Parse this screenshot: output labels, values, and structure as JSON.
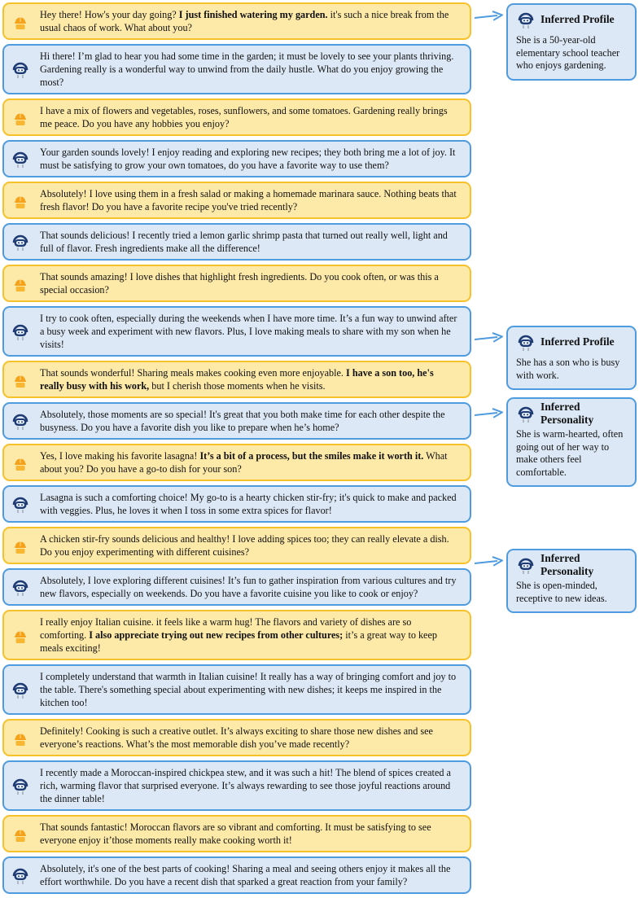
{
  "messages": [
    {
      "role": "user",
      "segments": [
        {
          "t": "Hey there! How's your day going? "
        },
        {
          "t": "I just finished watering my garden.",
          "b": true
        },
        {
          "t": " it's such a nice break from the usual chaos of work. What about you?"
        }
      ]
    },
    {
      "role": "bot",
      "segments": [
        {
          "t": "Hi there! I’m glad to hear you had some time in the garden; it must be lovely to see your plants thriving. Gardening really is a wonderful way to unwind from the daily hustle. What do you enjoy growing the most?"
        }
      ]
    },
    {
      "role": "user",
      "segments": [
        {
          "t": "I have a mix of flowers and vegetables, roses, sunflowers, and some tomatoes. Gardening really brings me peace. Do you have any hobbies you enjoy?"
        }
      ]
    },
    {
      "role": "bot",
      "segments": [
        {
          "t": "Your garden sounds lovely! I enjoy reading and exploring new recipes; they both bring me a lot of joy. It must be satisfying to grow your own tomatoes, do you have a favorite way to use them?"
        }
      ]
    },
    {
      "role": "user",
      "segments": [
        {
          "t": "Absolutely! I love using them in a fresh salad or making a homemade marinara sauce. Nothing beats that fresh flavor! Do you have a favorite recipe you've tried recently?"
        }
      ]
    },
    {
      "role": "bot",
      "segments": [
        {
          "t": "That sounds delicious! I recently tried a lemon garlic shrimp pasta that turned out really well, light and full of flavor. Fresh ingredients make all the difference!"
        }
      ]
    },
    {
      "role": "user",
      "segments": [
        {
          "t": "That sounds amazing! I love dishes that highlight fresh ingredients. Do you cook often, or was this a special occasion?"
        }
      ]
    },
    {
      "role": "bot",
      "segments": [
        {
          "t": "I try to cook often, especially during the weekends when I have more time. It’s a fun way to unwind after a busy week and experiment with new flavors. Plus, I love making meals to share with my son when he visits!"
        }
      ]
    },
    {
      "role": "user",
      "segments": [
        {
          "t": "That sounds wonderful! Sharing meals makes cooking even more enjoyable. "
        },
        {
          "t": "I have a son too, he's really busy with his work,",
          "b": true
        },
        {
          "t": " but I cherish those moments when he visits."
        }
      ]
    },
    {
      "role": "bot",
      "segments": [
        {
          "t": "Absolutely, those moments are so special! It's great that you both make time for each other despite the busyness. Do you have a favorite dish you like to prepare when he’s home?"
        }
      ]
    },
    {
      "role": "user",
      "segments": [
        {
          "t": "Yes, I love making his favorite lasagna! "
        },
        {
          "t": "It’s a bit of a process, but the smiles make it worth it.",
          "b": true
        },
        {
          "t": " What about you? Do you have a go-to dish for your son?"
        }
      ]
    },
    {
      "role": "bot",
      "segments": [
        {
          "t": "Lasagna is such a comforting choice! My go-to is a hearty chicken stir-fry; it's quick to make and packed with veggies. Plus, he loves it when I toss in some extra spices for flavor!"
        }
      ]
    },
    {
      "role": "user",
      "segments": [
        {
          "t": "A chicken stir-fry sounds delicious and healthy! I love adding spices too; they can really elevate a dish. Do you enjoy experimenting with different cuisines?"
        }
      ]
    },
    {
      "role": "bot",
      "segments": [
        {
          "t": "Absolutely, I love exploring different cuisines! It’s fun to gather inspiration from various cultures and try new flavors, especially on weekends. Do you have a favorite cuisine you like to cook or enjoy?"
        }
      ]
    },
    {
      "role": "user",
      "segments": [
        {
          "t": "I really enjoy Italian cuisine. it feels like a warm hug! The flavors and variety of dishes are so comforting. "
        },
        {
          "t": "I also appreciate trying out new recipes from other cultures;",
          "b": true
        },
        {
          "t": " it’s a great way to keep meals exciting!"
        }
      ]
    },
    {
      "role": "bot",
      "segments": [
        {
          "t": "I completely understand that warmth in Italian cuisine! It really has a way of bringing comfort and joy to the table. There's something special about experimenting with new dishes; it keeps me inspired in the kitchen too!"
        }
      ]
    },
    {
      "role": "user",
      "segments": [
        {
          "t": "Definitely! Cooking is such a creative outlet. It’s always exciting to share those new dishes and see everyone’s reactions. What’s the most memorable dish you’ve made recently?"
        }
      ]
    },
    {
      "role": "bot",
      "segments": [
        {
          "t": "I recently made a Moroccan-inspired chickpea stew, and it was such a hit! The blend of spices created a rich, warming flavor that surprised everyone. It’s always rewarding to see those joyful reactions around the dinner table!"
        }
      ]
    },
    {
      "role": "user",
      "segments": [
        {
          "t": "That sounds fantastic! Moroccan flavors are so vibrant and comforting. It must be satisfying to see everyone enjoy it’those moments really make cooking worth it!"
        }
      ]
    },
    {
      "role": "bot",
      "segments": [
        {
          "t": "Absolutely, it's one of the best parts of cooking! Sharing a meal and seeing others enjoy it makes all the effort worthwhile. Do you have a recent dish that sparked a great reaction from your family?"
        }
      ]
    }
  ],
  "cards": [
    {
      "title": "Inferred Profile",
      "text": "She is a 50-year-old elementary school teacher who enjoys gardening."
    },
    {
      "title": "Inferred Profile",
      "text": "She has a son who is busy with work."
    },
    {
      "title": "Inferred Personality",
      "text": "She is warm-hearted, often going out of her way to make others feel comfortable."
    },
    {
      "title": "Inferred Personality",
      "text": "She is open-minded, receptive to new ideas."
    }
  ],
  "colors": {
    "user_fill": "#fde9a8",
    "user_border": "#f6c12b",
    "bot_fill": "#dce8f5",
    "bot_border": "#4f9be0",
    "arrow": "#4f9be0"
  },
  "icons": {
    "user": "user-avatar-icon",
    "bot": "robot-avatar-icon"
  }
}
